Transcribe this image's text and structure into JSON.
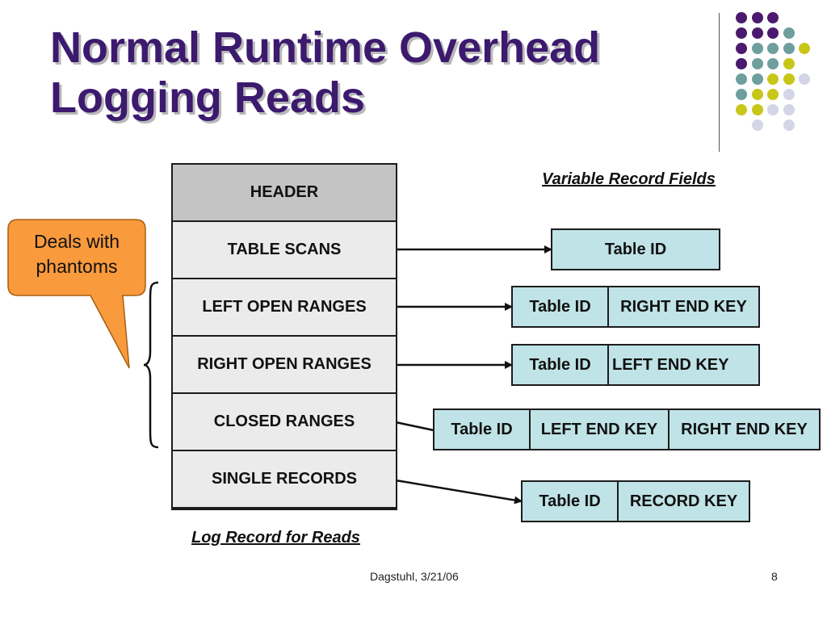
{
  "title": {
    "line1": "Normal Runtime Overhead",
    "line2": "Logging Reads"
  },
  "colors": {
    "title": "#3c1a6e",
    "header_cell": "#c4c4c4",
    "log_cell": "#ebebeb",
    "record_cell": "#bfe3e6",
    "callout": "#f99a3c",
    "dot_purple": "#4b1a6e",
    "dot_teal": "#6f9e9e",
    "dot_yellow": "#c9c61a",
    "dot_lavender": "#d5d5e8"
  },
  "log_record": {
    "caption": "Log Record for Reads",
    "rows": [
      "HEADER",
      "TABLE SCANS",
      "LEFT OPEN RANGES",
      "RIGHT OPEN RANGES",
      "CLOSED RANGES",
      "SINGLE RECORDS"
    ]
  },
  "variable_fields": {
    "caption": "Variable Record Fields",
    "records": [
      {
        "source_row": "TABLE SCANS",
        "fields": [
          "Table ID"
        ]
      },
      {
        "source_row": "LEFT OPEN RANGES",
        "fields": [
          "Table ID",
          "RIGHT END KEY"
        ]
      },
      {
        "source_row": "RIGHT OPEN RANGES",
        "fields": [
          "Table ID",
          "LEFT END KEY"
        ]
      },
      {
        "source_row": "CLOSED RANGES",
        "fields": [
          "Table ID",
          "LEFT END KEY",
          "RIGHT END KEY"
        ]
      },
      {
        "source_row": "SINGLE RECORDS",
        "fields": [
          "Table ID",
          "RECORD KEY"
        ]
      }
    ]
  },
  "callout": {
    "text": "Deals with phantoms"
  },
  "footer": {
    "center": "Dagstuhl, 3/21/06",
    "page": "8"
  }
}
